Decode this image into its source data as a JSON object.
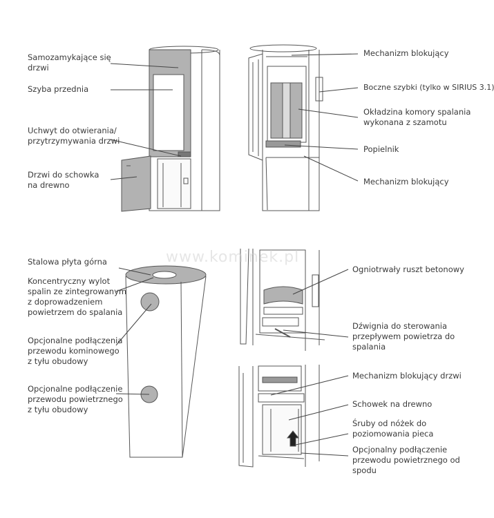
{
  "labels": {
    "self_closing_door": [
      "Samozamykające się",
      "drzwi"
    ],
    "front_glass": "Szyba przednia",
    "door_handle": [
      "Uchwyt do otwierania/",
      "przytrzymywania drzwi"
    ],
    "wood_store_door": [
      "Drzwi do schowka",
      "na drewno"
    ],
    "locking_mechanism_top": "Mechanizm blokujący",
    "side_glass": "Boczne szybki (tylko w SIRIUS 3.1)",
    "chamotte_lining": [
      "Okładzina komory spalania",
      "wykonana z szamotu"
    ],
    "ash_pan": "Popielnik",
    "locking_mechanism_bottom": "Mechanizm blokujący",
    "steel_top_plate": "Stalowa płyta górna",
    "concentric_outlet": [
      "Koncentryczny wylot",
      "spalin ze zintegrowanym",
      "z doprowadzeniem",
      "powietrzem do spalania"
    ],
    "optional_flue": [
      "Opcjonalne podłączenia",
      "przewodu kominowego",
      "z tyłu obudowy"
    ],
    "optional_air_back": [
      "Opcjonalne podłączenie",
      "przewodu powietrznego",
      "z tyłu obudowy"
    ],
    "refractory_grate": "Ogniotrwały ruszt betonowy",
    "air_lever": [
      "Dźwignia do sterowania",
      "przepływem powietrza do",
      "spalania"
    ],
    "door_lock": "Mechanizm blokujący drzwi",
    "wood_store": "Schowek na drewno",
    "leveling_screws": [
      "Śruby od nóżek do",
      "poziomowania pieca"
    ],
    "optional_air_bottom": [
      "Opcjonalny podłączenie",
      "przewodu powietrznego od",
      "spodu"
    ]
  },
  "watermark": "www.kominek.pl",
  "colors": {
    "panel": "#b2b2b2",
    "line": "#444444",
    "text": "#3a3a3a"
  }
}
